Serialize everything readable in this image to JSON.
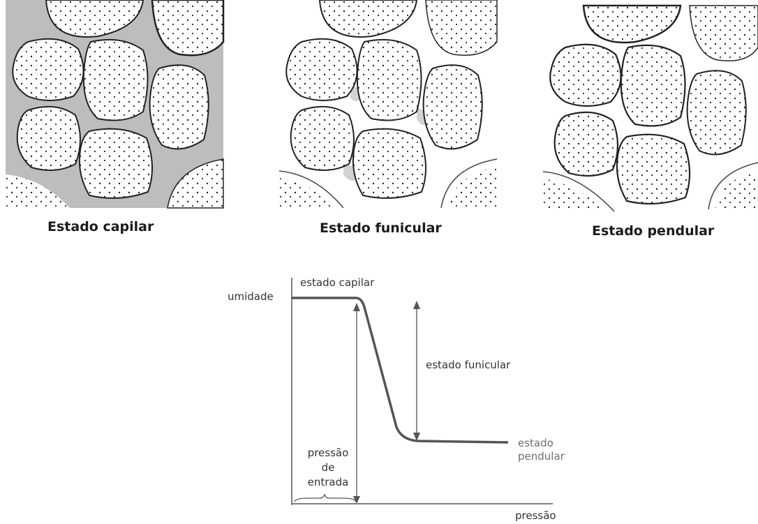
{
  "panels": [
    {
      "caption": "Estado capilar",
      "fill": "#bdbdbd"
    },
    {
      "caption": "Estado funicular",
      "fill": "#d2d2d2"
    },
    {
      "caption": "Estado pendular",
      "fill": "#e3e3e3"
    }
  ],
  "chart": {
    "y_label": "umidade",
    "x_label": "pressão",
    "capillary_label": "estado capilar",
    "funicular_label": "estado funicular",
    "pendular_line1": "estado",
    "pendular_line2": "pendular",
    "entry_line1": "pressão",
    "entry_line2": "de",
    "entry_line3": "entrada"
  }
}
